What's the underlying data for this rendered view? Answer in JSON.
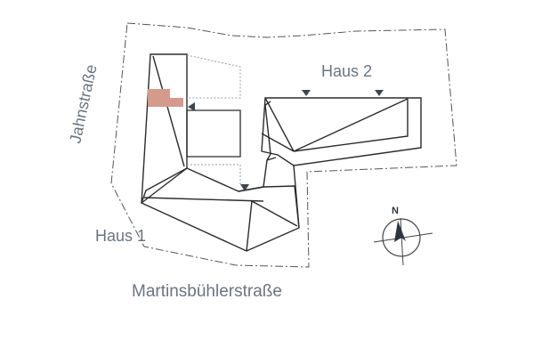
{
  "labels": {
    "street_west": "Jahnstraße",
    "street_south": "Martinsbühlerstraße",
    "house_1": "Haus 1",
    "house_2": "Haus 2",
    "north": "N"
  },
  "colors": {
    "background": "#ffffff",
    "outline": "#2b2b2b",
    "boundary": "#555555",
    "dashed_annex": "#9a9a9a",
    "text": "#6b7480",
    "entrance_marker": "#3d4650",
    "highlight_unit": "#d49a8c"
  },
  "legend": {
    "entrance_markers": 4,
    "highlighted_unit": "salmon-colored block in Haus 1"
  }
}
